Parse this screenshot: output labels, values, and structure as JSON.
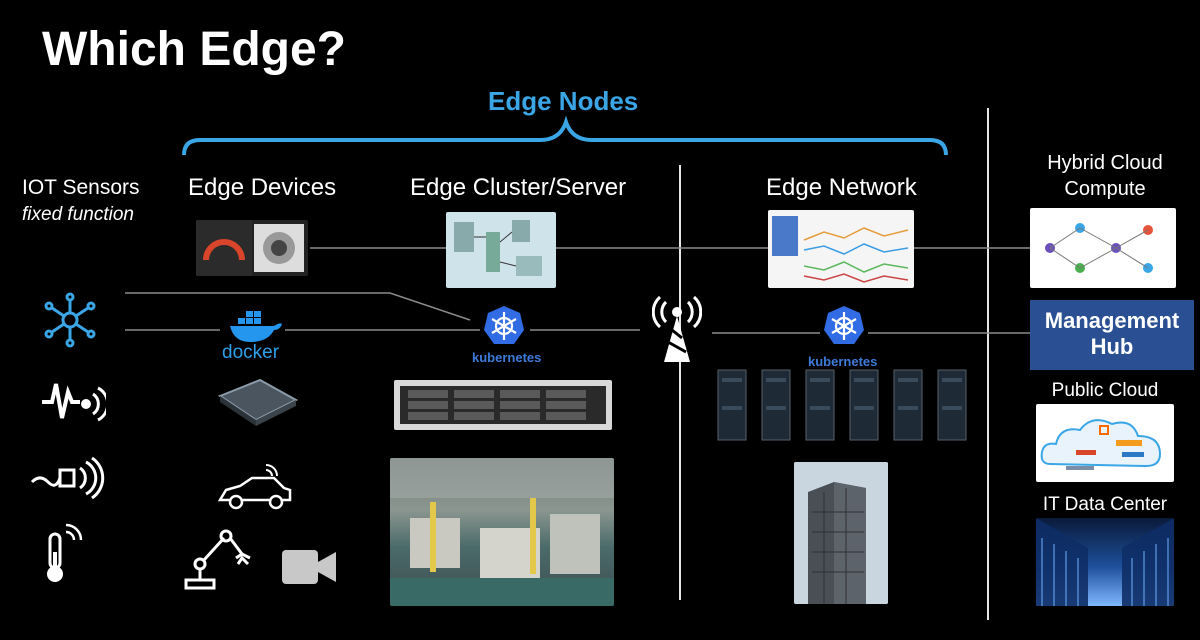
{
  "slide": {
    "title": "Which Edge?",
    "edge_nodes": "Edge Nodes"
  },
  "columns": {
    "iot_sensors": "IOT Sensors",
    "iot_sub": "fixed function",
    "edge_devices": "Edge Devices",
    "edge_cluster": "Edge Cluster/Server",
    "edge_network": "Edge Network",
    "hybrid_cloud_1": "Hybrid Cloud",
    "hybrid_cloud_2": "Compute"
  },
  "labels": {
    "docker": "docker",
    "kubernetes_1": "kubernetes",
    "kubernetes_2": "kubernetes",
    "management_hub_1": "Management",
    "management_hub_2": "Hub",
    "public_cloud": "Public Cloud",
    "it_data_center": "IT Data Center"
  },
  "colors": {
    "accent": "#3aa6e6",
    "k8s": "#326ce5",
    "docker": "#2496ed",
    "hub": "#2a4f93"
  }
}
